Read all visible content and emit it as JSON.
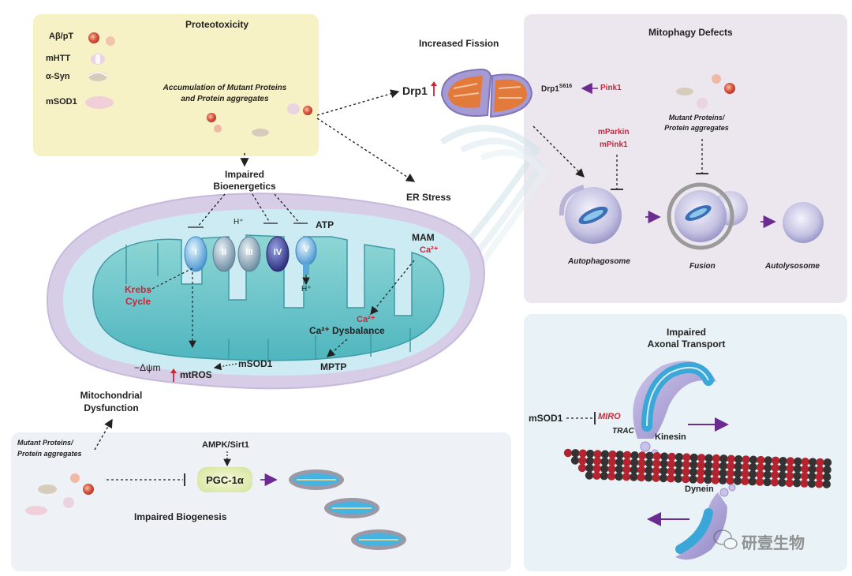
{
  "proteotoxicity": {
    "title": "Proteotoxicity",
    "legend": [
      "Aβ/pT",
      "mHTT",
      "α-Syn",
      "mSOD1"
    ],
    "desc_line1": "Accumulation of Mutant Proteins",
    "desc_line2": "and Protein aggregates"
  },
  "bioenergetics": {
    "line1": "Impaired",
    "line2": "Bioenergetics"
  },
  "etc": {
    "complexes": [
      "I",
      "II",
      "III",
      "IV",
      "V"
    ],
    "h_plus": "H⁺",
    "atp": "ATP",
    "h_plus_out": "H⁺"
  },
  "mito": {
    "krebs_line1": "Krebs",
    "krebs_line2": "Cycle",
    "mam": "MAM",
    "ca_mam": "Ca²⁺",
    "ca_red": "Ca²⁺",
    "ca_dysbalance": "Ca²⁺ Dysbalance",
    "mptp": "MPTP",
    "delta_psi": "−Δψm",
    "msod1": "mSOD1",
    "mtros": "mtROS",
    "up_arrow": "↑"
  },
  "dysfunction": {
    "line1": "Mitochondrial",
    "line2": "Dysfunction"
  },
  "fission": {
    "title": "Increased Fission",
    "drp1": "Drp1",
    "up_arrow": "↑"
  },
  "er_stress": "ER Stress",
  "mitophagy": {
    "title": "Mitophagy Defects",
    "drp1_label": "Drp1",
    "drp1_sup": "S616",
    "pink1": "Pink1",
    "mparkin": "mParkin",
    "mpink1": "mPink1",
    "mutant_line1": "Mutant Proteins/",
    "mutant_line2": "Protein aggregates",
    "stages": [
      "Autophagosome",
      "Fusion",
      "Autolysosome"
    ]
  },
  "biogenesis": {
    "mutant_line1": "Mutant Proteins/",
    "mutant_line2": "Protein aggregates",
    "ampk": "AMPK/Sirt1",
    "pgc": "PGC-1α",
    "title": "Impaired Biogenesis"
  },
  "axonal": {
    "title_line1": "Impaired",
    "title_line2": "Axonal Transport",
    "msod1": "mSOD1",
    "miro": "MIRO",
    "trac": "TRAC",
    "kinesin": "Kinesin",
    "dynein": "Dynein"
  },
  "watermark": "研壹生物",
  "colors": {
    "proteo_bg": "#f7f1c6",
    "mitophagy_bg": "#ece6ef",
    "axonal_bg": "#e9f2f7",
    "biogenesis_bg": "#eef2f6",
    "mito_outer": "#d7cde6",
    "mito_matrix": "#6cc8cc",
    "complex_blue": "#5aa7d8",
    "complex_iv": "#3a3f8e",
    "accent_red": "#c8283a",
    "arrow_purple": "#6b2c91"
  }
}
